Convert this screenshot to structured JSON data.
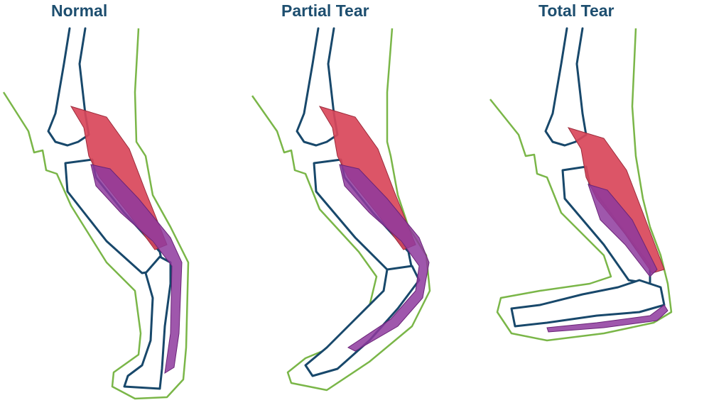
{
  "panels": [
    {
      "title": "Normal"
    },
    {
      "title": "Partial Tear"
    },
    {
      "title": "Total Tear"
    }
  ],
  "colors": {
    "title": "#1d4e6f",
    "skin_outline": "#7ab648",
    "bone": "#18486b",
    "muscle": "#d9475a",
    "tendon": "#8e3a9e"
  }
}
